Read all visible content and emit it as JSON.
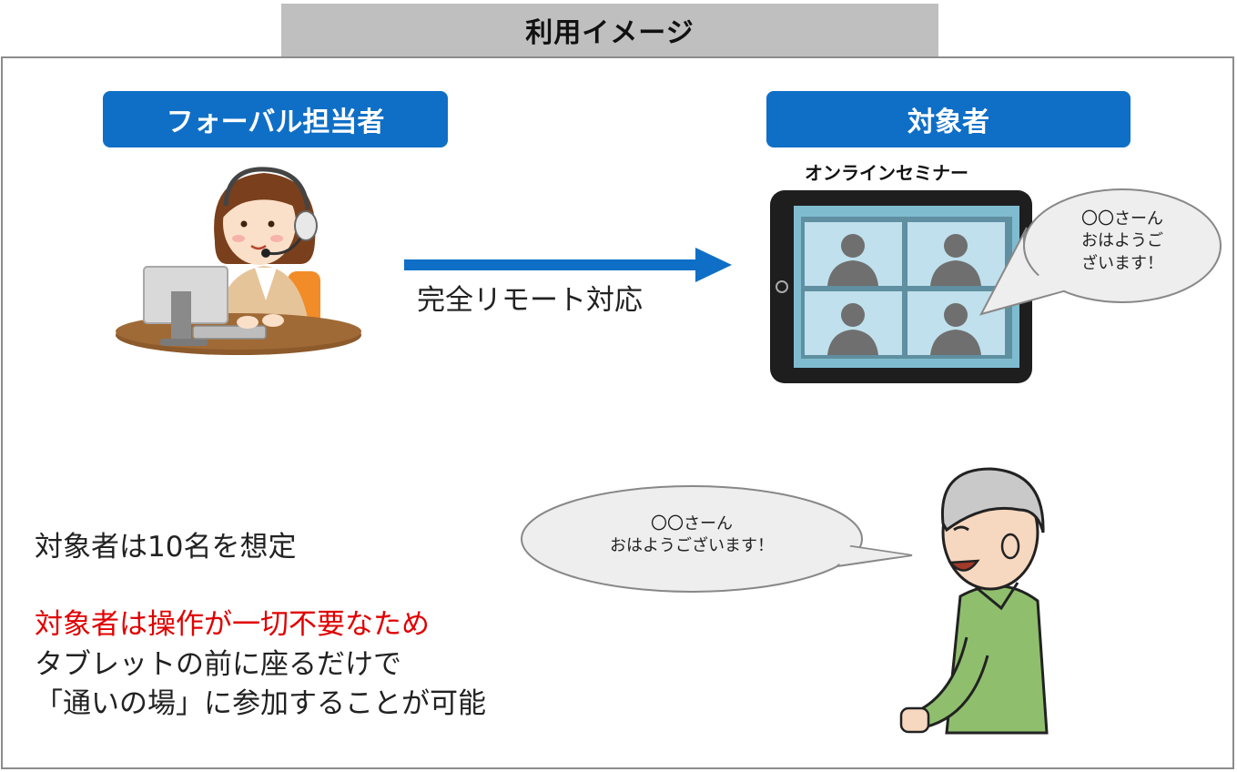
{
  "title": "利用イメージ",
  "left_role": "フォーバル担当者",
  "right_role": "対象者",
  "seminar_label": "オンラインセミナー",
  "arrow_label": "完全リモート対応",
  "tablet_bubble": [
    "〇〇さーん",
    "おはようご",
    "ざいます！"
  ],
  "elder_bubble": [
    "〇〇さーん",
    "おはようございます！"
  ],
  "notes": {
    "line1": "対象者は10名を想定",
    "line2": "対象者は操作が一切不要なため",
    "line3": "タブレットの前に座るだけで",
    "line4": "「通いの場」に参加することが可能"
  },
  "colors": {
    "accent_blue": "#0f6fc6",
    "title_bg": "#bfbfbf",
    "highlight_red": "#e00000"
  }
}
